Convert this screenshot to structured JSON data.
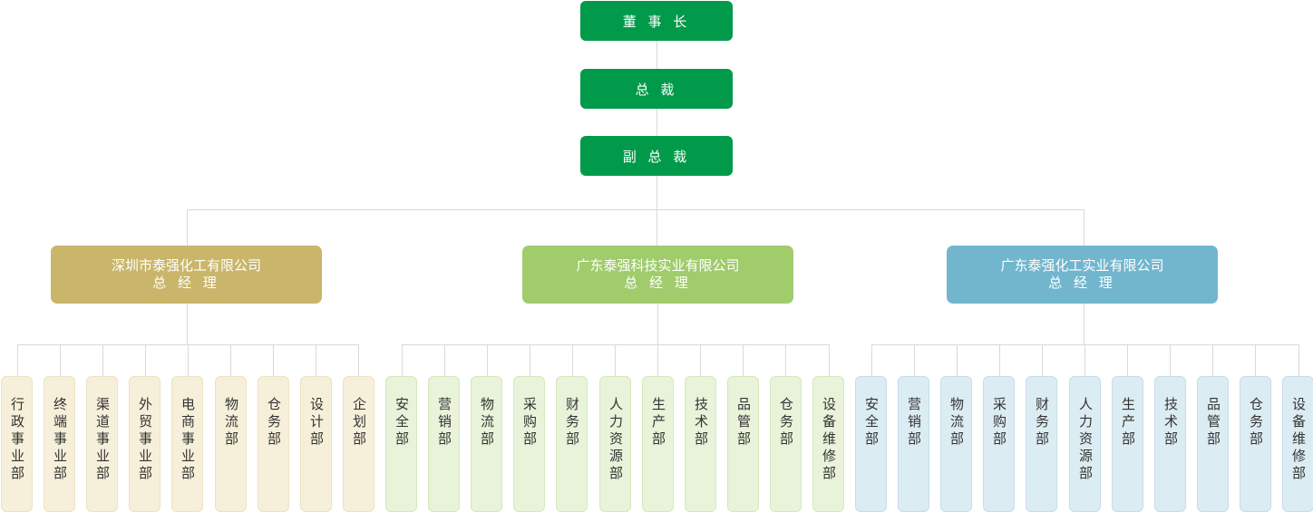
{
  "executives": {
    "chairman": "董 事 长",
    "president": "总 裁",
    "vice_president": "副 总 裁"
  },
  "companies": [
    {
      "name": "深圳市泰强化工有限公司",
      "title": "总 经 理",
      "color": "#c9b66a",
      "dept_bg": "#f6f0da",
      "dept_border": "#ece3c2",
      "departments": [
        "行政事业部",
        "终端事业部",
        "渠道事业部",
        "外贸事业部",
        "电商事业部",
        "物流部",
        "仓务部",
        "设计部",
        "企划部"
      ]
    },
    {
      "name": "广东泰强科技实业有限公司",
      "title": "总 经 理",
      "color": "#a0cc6c",
      "dept_bg": "#e8f3d9",
      "dept_border": "#d5e9bb",
      "departments": [
        "安全部",
        "营销部",
        "物流部",
        "采购部",
        "财务部",
        "人力资源部",
        "生产部",
        "技术部",
        "品管部",
        "仓务部",
        "设备维修部"
      ]
    },
    {
      "name": "广东泰强化工实业有限公司",
      "title": "总 经 理",
      "color": "#72b6cd",
      "dept_bg": "#dcecf3",
      "dept_border": "#c4deea",
      "departments": [
        "安全部",
        "营销部",
        "物流部",
        "采购部",
        "财务部",
        "人力资源部",
        "生产部",
        "技术部",
        "品管部",
        "仓务部",
        "设备维修部"
      ]
    }
  ],
  "colors": {
    "executive": "#009a4a",
    "connector": "#d9d9d9"
  }
}
